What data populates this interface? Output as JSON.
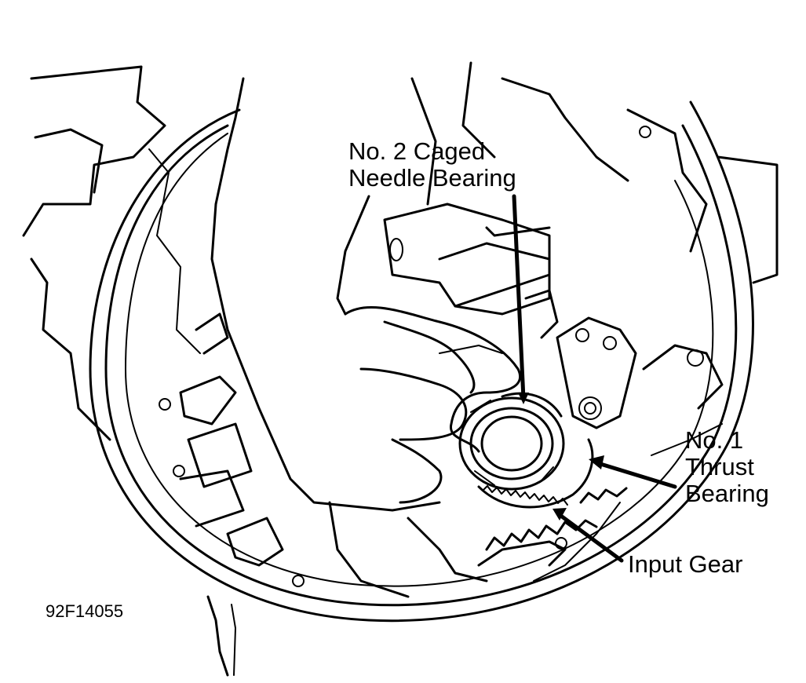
{
  "labels": {
    "needle_bearing_line1": "No. 2 Caged",
    "needle_bearing_line2": "Needle Bearing",
    "thrust_bearing_line1": "No. 1",
    "thrust_bearing_line2": "Thrust",
    "thrust_bearing_line3": "Bearing",
    "input_gear": "Input Gear"
  },
  "figure_code": "92F14055"
}
